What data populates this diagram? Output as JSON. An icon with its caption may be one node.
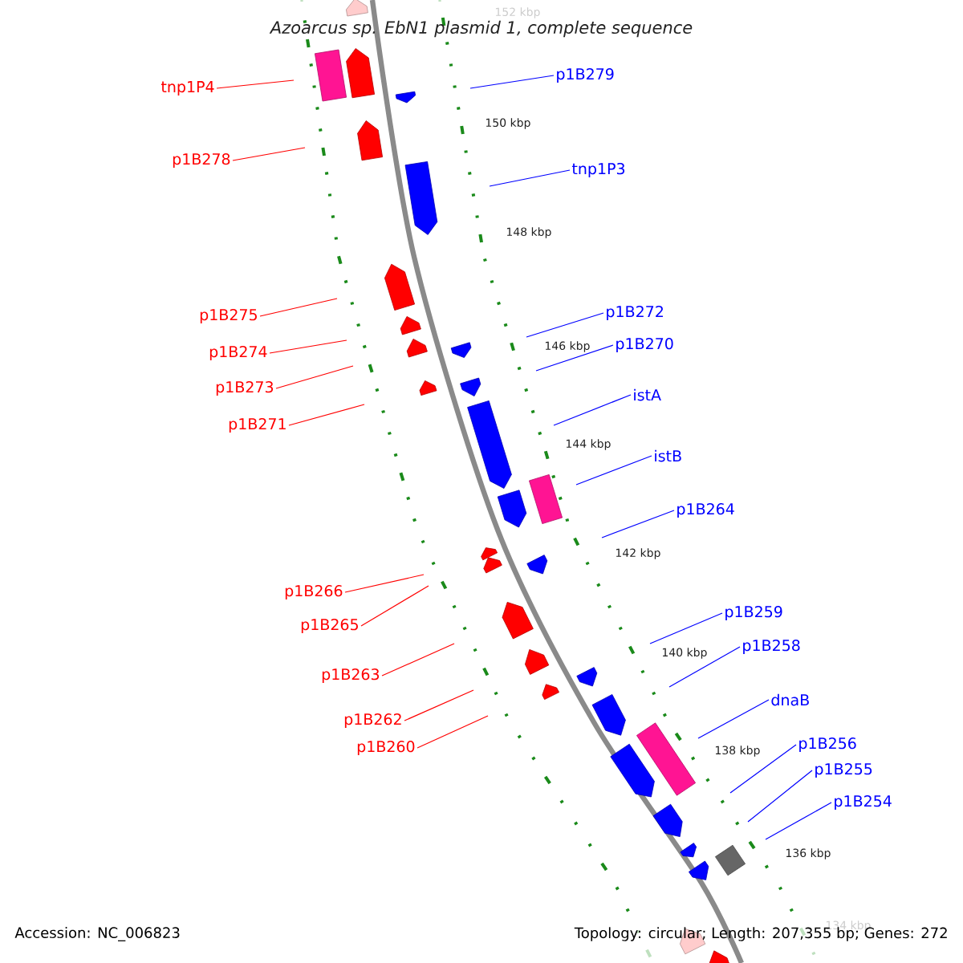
{
  "diagram": {
    "title": "Azoarcus sp. EbN1 plasmid 1, complete sequence",
    "nodes": [
      {
        "text": [
          "p1B279"
        ]
      },
      {
        "text": [
          "tnp1P4"
        ]
      },
      {
        "text": [
          "p1B278"
        ]
      },
      {
        "text": [
          "tnp1P3"
        ]
      },
      {
        "text": [
          "p1B272"
        ]
      },
      {
        "text": [
          "p1B275"
        ]
      },
      {
        "text": [
          "p1B270"
        ]
      },
      {
        "text": [
          "p1B274"
        ]
      },
      {
        "text": [
          "p1B273"
        ]
      },
      {
        "text": [
          "istA"
        ]
      },
      {
        "text": [
          "p1B271"
        ]
      },
      {
        "text": [
          "istB"
        ]
      },
      {
        "text": [
          "p1B264"
        ]
      },
      {
        "text": [
          "p1B266"
        ]
      },
      {
        "text": [
          "p1B259"
        ]
      },
      {
        "text": [
          "p1B265"
        ]
      },
      {
        "text": [
          "p1B258"
        ]
      },
      {
        "text": [
          "p1B263"
        ]
      },
      {
        "text": [
          "dnaB"
        ]
      },
      {
        "text": [
          "p1B262"
        ]
      },
      {
        "text": [
          "p1B256"
        ]
      },
      {
        "text": [
          "p1B260"
        ]
      },
      {
        "text": [
          "p1B255"
        ]
      },
      {
        "text": [
          "p1B254"
        ]
      }
    ],
    "edges": [
      {
        "from": 0,
        "to": null,
        "arrow": "none"
      },
      {
        "from": 1,
        "to": null,
        "arrow": "none",
        "color": "#ff0000"
      },
      {
        "from": 2,
        "to": null,
        "arrow": "none",
        "color": "#ff0000"
      },
      {
        "from": 3,
        "to": null,
        "arrow": "none"
      },
      {
        "from": 4,
        "to": null,
        "arrow": "none"
      },
      {
        "from": 5,
        "to": null,
        "arrow": "none",
        "color": "#ff0000"
      },
      {
        "from": 6,
        "to": null,
        "arrow": "none"
      },
      {
        "from": 7,
        "to": null,
        "arrow": "none",
        "color": "#ff0000"
      },
      {
        "from": 8,
        "to": null,
        "arrow": "none",
        "color": "#ff0000"
      },
      {
        "from": 9,
        "to": null,
        "arrow": "none"
      },
      {
        "from": 10,
        "to": null,
        "arrow": "none",
        "color": "#ff0000"
      },
      {
        "from": 11,
        "to": null,
        "arrow": "none"
      },
      {
        "from": 12,
        "to": null,
        "arrow": "none"
      },
      {
        "from": 13,
        "to": null,
        "arrow": "none",
        "color": "#ff0000"
      },
      {
        "from": 14,
        "to": null,
        "arrow": "none"
      },
      {
        "from": 15,
        "to": null,
        "arrow": "none",
        "color": "#ff0000"
      },
      {
        "from": 16,
        "to": null,
        "arrow": "none"
      },
      {
        "from": 17,
        "to": null,
        "arrow": "none",
        "color": "#ff0000"
      },
      {
        "from": 18,
        "to": null,
        "arrow": "none"
      },
      {
        "from": 19,
        "to": null,
        "arrow": "none",
        "color": "#ff0000"
      },
      {
        "from": 20,
        "to": null,
        "arrow": "none"
      },
      {
        "from": 21,
        "to": null,
        "arrow": "none",
        "color": "#ff0000"
      },
      {
        "from": 22,
        "to": null,
        "arrow": "none"
      },
      {
        "from": 23,
        "to": null,
        "arrow": "none"
      }
    ],
    "labels": [
      "152 kbp",
      "150 kbp",
      "148 kbp",
      "146 kbp",
      "144 kbp",
      "142 kbp",
      "140 kbp",
      "138 kbp",
      "136 kbp",
      "134 kbp",
      "Accession: NC_006823",
      "Topology: circular; Length: 207,355 bp; Genes: 272"
    ]
  }
}
